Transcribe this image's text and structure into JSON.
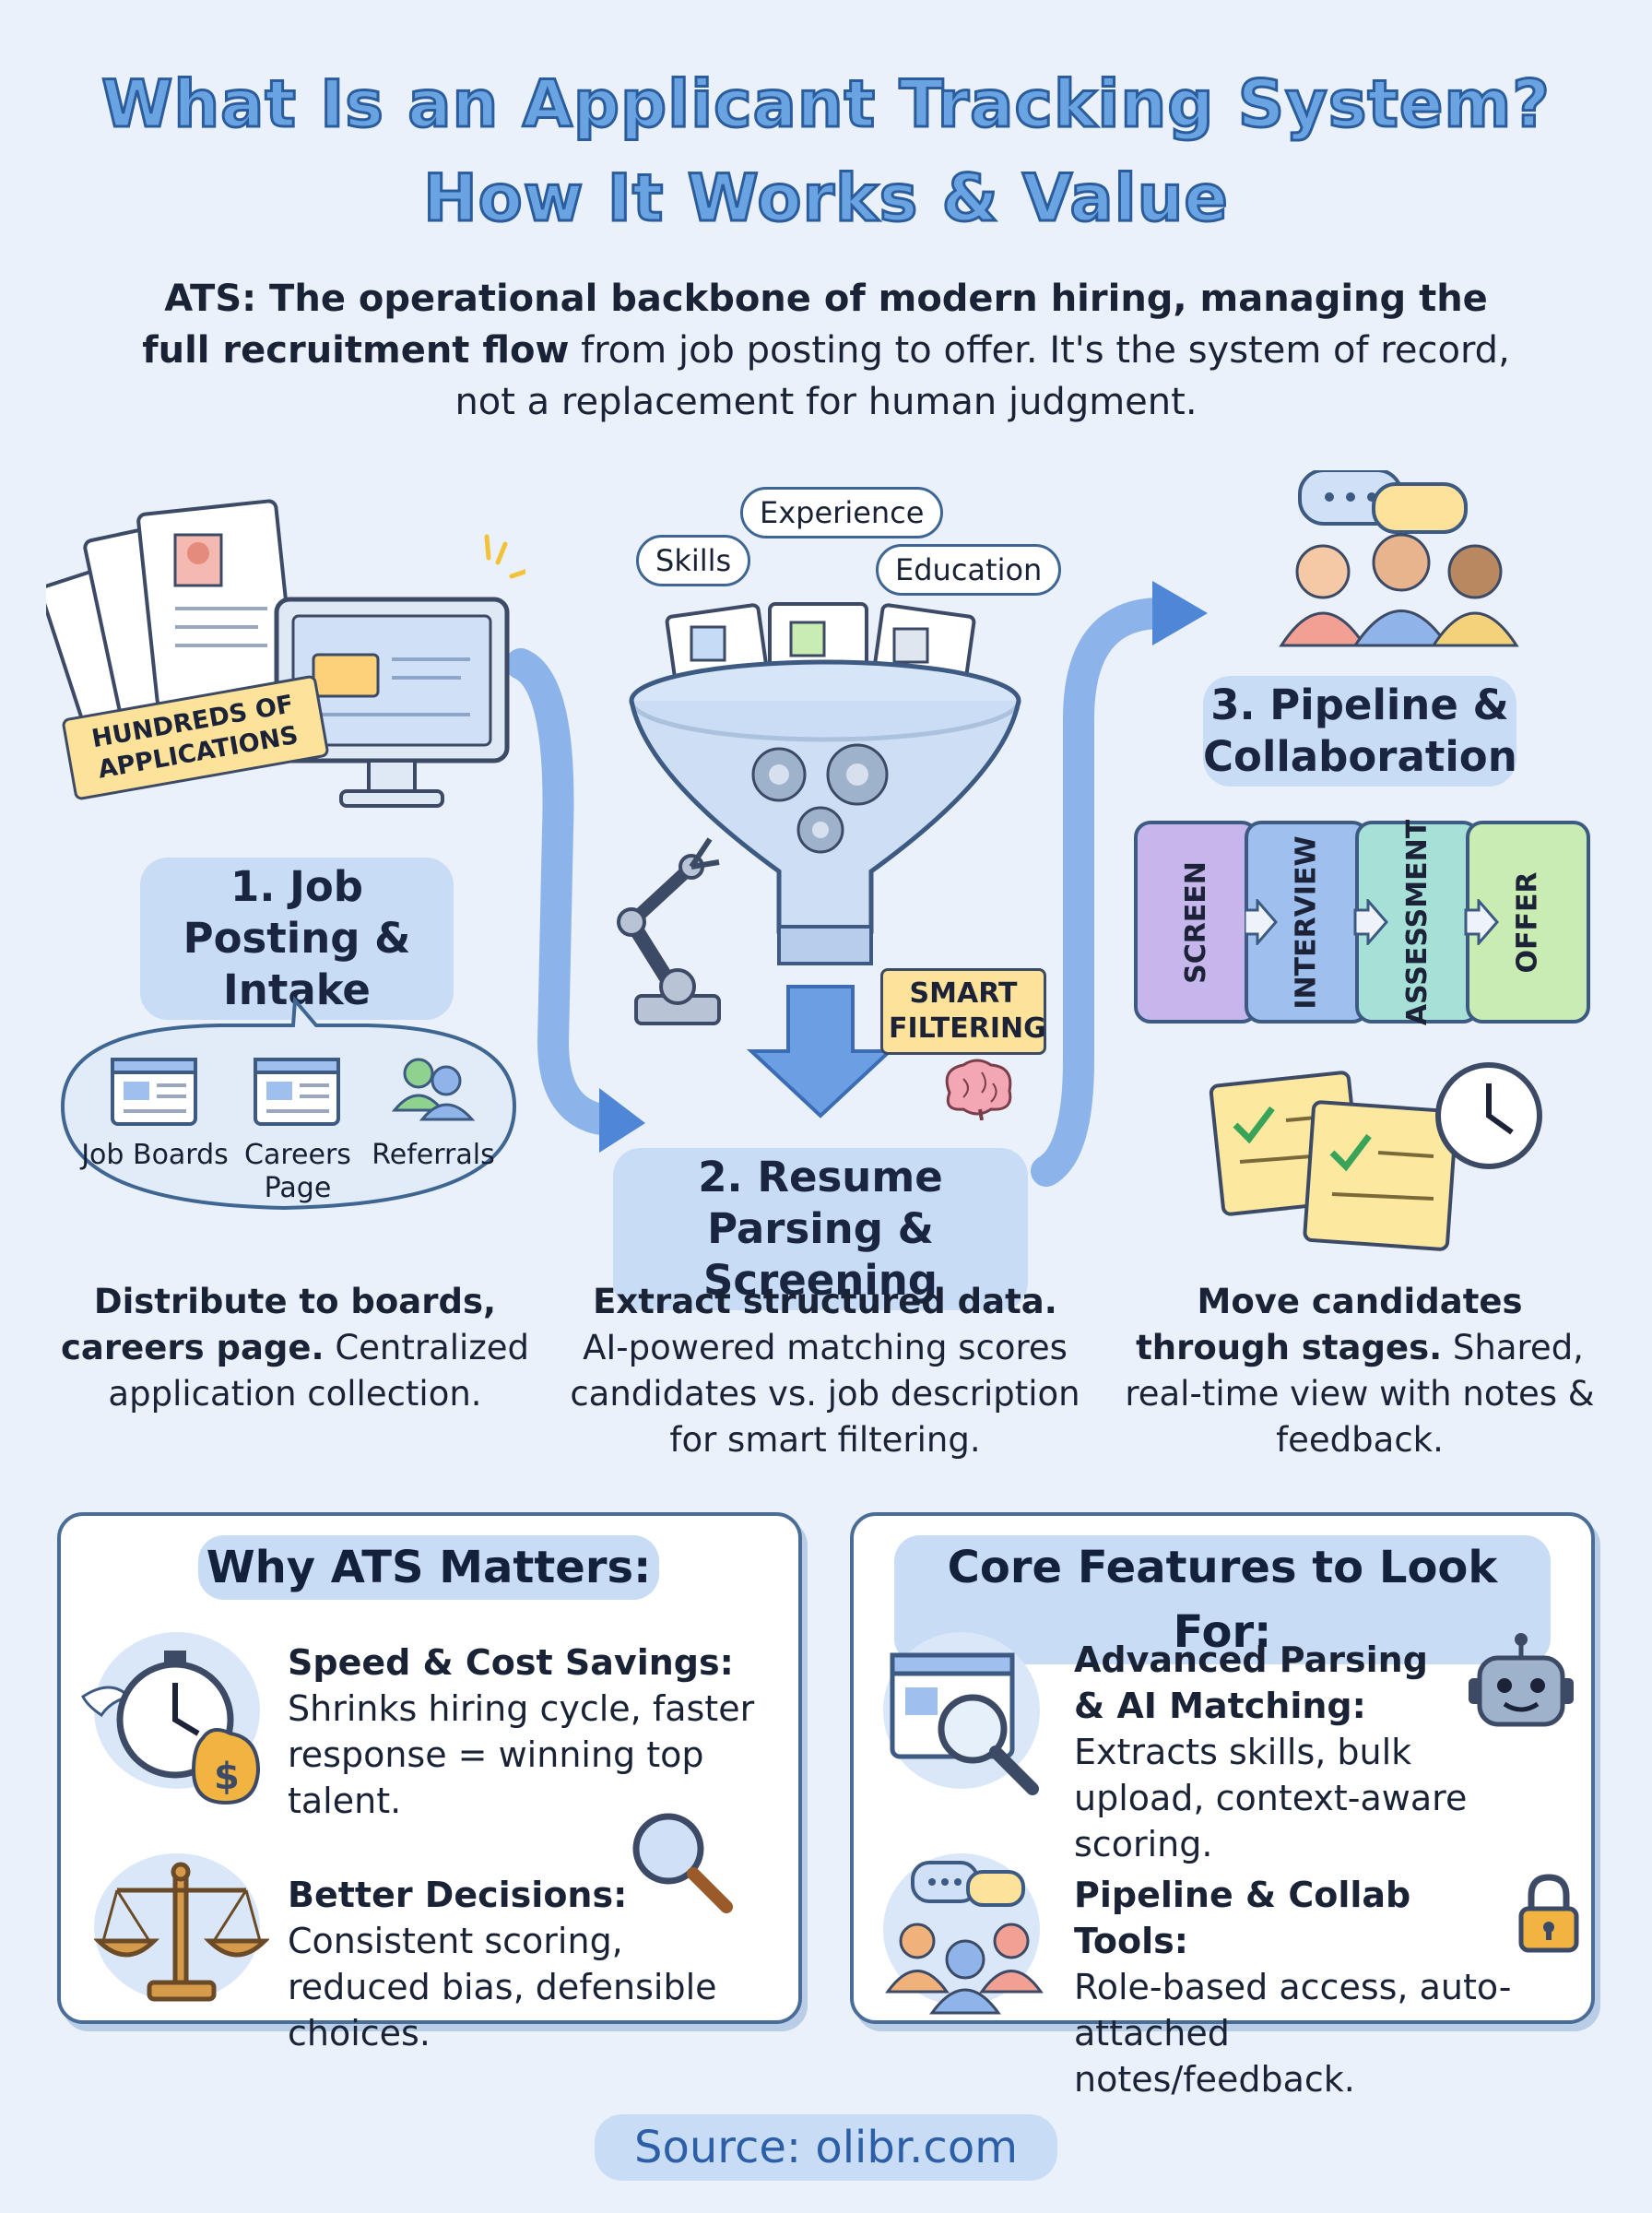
{
  "header": {
    "title_line1": "What Is an Applicant Tracking System?",
    "title_line2": "How It Works & Value",
    "intro_bold": "ATS: The operational backbone of modern hiring, managing the full recruitment flow",
    "intro_rest": " from job posting to offer. It's the system of record, not a replacement for human judgment."
  },
  "step1": {
    "heading": "1. Job Posting & Intake",
    "tag": "HUNDREDS OF APPLICATIONS",
    "channels": [
      "Job Boards",
      "Careers Page",
      "Referrals"
    ],
    "desc_bold": "Distribute to boards, careers page.",
    "desc_rest": " Centralized application collection."
  },
  "step2": {
    "heading": "2. Resume Parsing & Screening",
    "bubbles": [
      "Skills",
      "Experience",
      "Education"
    ],
    "tag": "SMART FILTERING",
    "desc_bold": "Extract structured data.",
    "desc_rest": " AI-powered matching scores candidates vs. job description for smart filtering."
  },
  "step3": {
    "heading": "3. Pipeline & Collaboration",
    "stages": [
      "SCREEN",
      "INTERVIEW",
      "ASSESSMENT",
      "OFFER"
    ],
    "desc_bold": "Move candidates through stages.",
    "desc_rest": " Shared, real-time view with notes & feedback."
  },
  "why_panel": {
    "title": "Why ATS Matters:",
    "items": [
      {
        "title": "Speed & Cost Savings:",
        "text": "Shrinks hiring cycle, faster response = winning top talent.",
        "icon": "stopwatch-money-icon"
      },
      {
        "title": "Better Decisions:",
        "text": "Consistent scoring, reduced bias, defensible choices.",
        "icon": "scales-icon"
      }
    ]
  },
  "features_panel": {
    "title": "Core Features to Look For:",
    "items": [
      {
        "title": "Advanced Parsing & AI Matching:",
        "text": "Extracts skills, bulk upload, context-aware scoring.",
        "icon": "magnifier-robot-icon"
      },
      {
        "title": "Pipeline & Collab Tools:",
        "text": "Role-based access, auto-attached notes/feedback.",
        "icon": "team-lock-icon"
      }
    ]
  },
  "footer": {
    "source": "Source: olibr.com"
  },
  "colors": {
    "title_fill": "#6aa3e2",
    "title_stroke": "#2b5d9c",
    "highlight": "#c8dcf5",
    "background": "#eaf1fb",
    "stage_screen": "#c6b6ec",
    "stage_interview": "#9fc0ee",
    "stage_assessment": "#a6e0d6",
    "stage_offer": "#c9ecb2",
    "tag_yellow": "#fde39a"
  }
}
